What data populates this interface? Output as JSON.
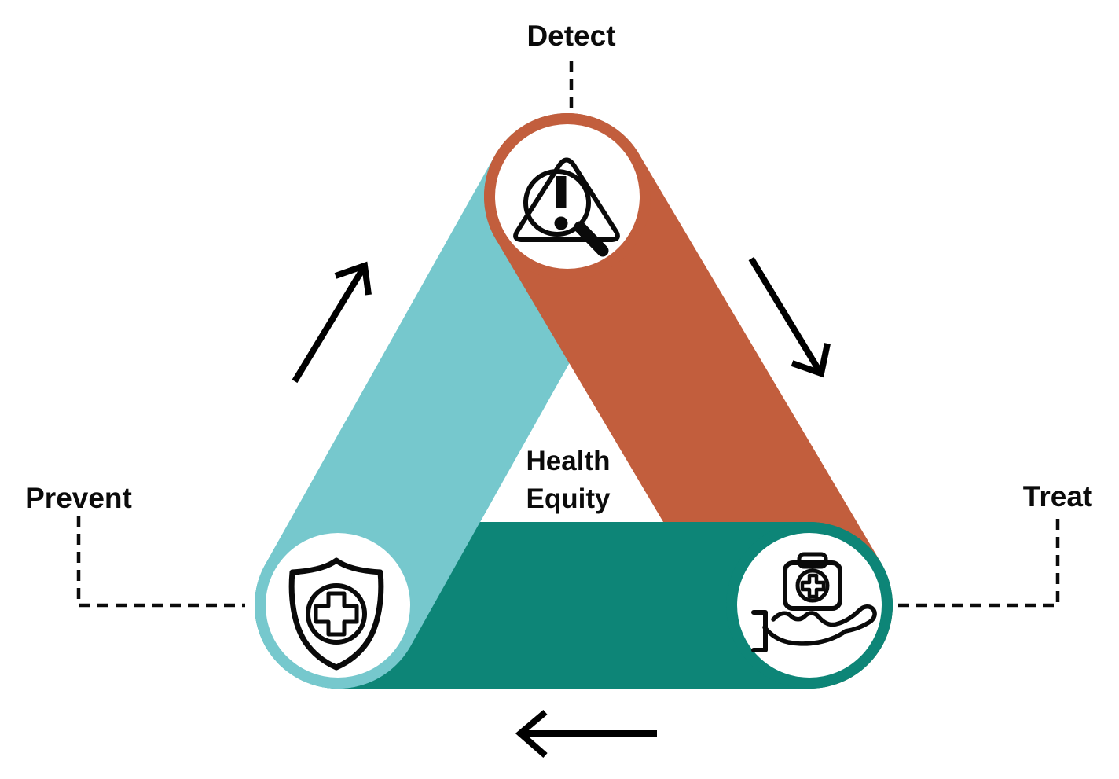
{
  "diagram": {
    "title": "Health Equity cycle",
    "center": {
      "line1": "Health",
      "line2": "Equity"
    },
    "nodes": {
      "detect": {
        "label": "Detect",
        "color": "#C25E3D",
        "icon": "magnifier-warning-icon"
      },
      "prevent": {
        "label": "Prevent",
        "color": "#76C8CD",
        "icon": "shield-cross-icon"
      },
      "treat": {
        "label": "Treat",
        "color": "#0D8577",
        "icon": "hand-first-aid-icon"
      }
    },
    "colors": {
      "line": "#0b0b0b",
      "background": "#FFFFFF"
    }
  }
}
